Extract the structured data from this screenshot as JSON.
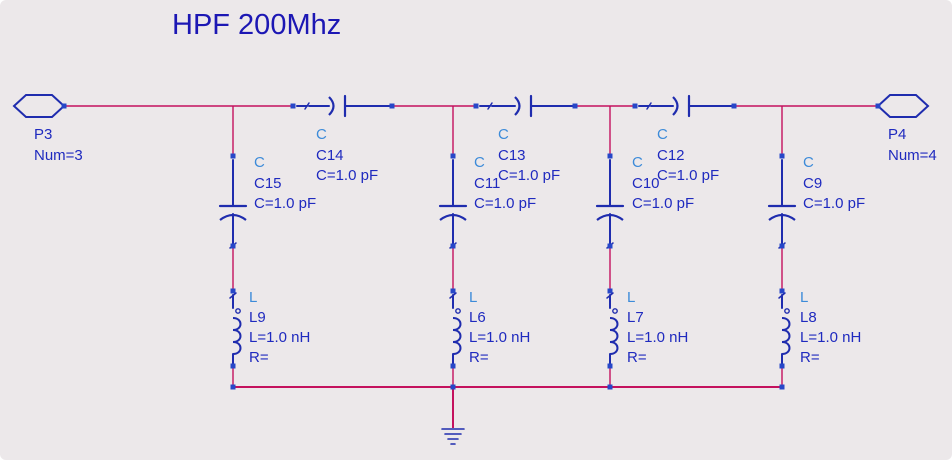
{
  "title": "HPF 200Mhz",
  "colors": {
    "background": "#ece8ea",
    "wire": "#c4115e",
    "component": "#1f2cae",
    "node": "#2747c8",
    "type_label": "#3d8bd9",
    "text": "#1f2abf",
    "title": "#1c17b4"
  },
  "ports": [
    {
      "id": "port-p3",
      "name": "P3",
      "num": "Num=3"
    },
    {
      "id": "port-p4",
      "name": "P4",
      "num": "Num=4"
    }
  ],
  "series_capacitors": [
    {
      "id": "c14",
      "type": "C",
      "name": "C14",
      "value": "C=1.0 pF"
    },
    {
      "id": "c13",
      "type": "C",
      "name": "C13",
      "value": "C=1.0 pF"
    },
    {
      "id": "c12",
      "type": "C",
      "name": "C12",
      "value": "C=1.0 pF"
    }
  ],
  "shunt_capacitors": [
    {
      "id": "c15",
      "type": "C",
      "name": "C15",
      "value": "C=1.0 pF"
    },
    {
      "id": "c11",
      "type": "C",
      "name": "C11",
      "value": "C=1.0 pF"
    },
    {
      "id": "c10",
      "type": "C",
      "name": "C10",
      "value": "C=1.0 pF"
    },
    {
      "id": "c9",
      "type": "C",
      "name": "C9",
      "value": "C=1.0 pF"
    }
  ],
  "inductors": [
    {
      "id": "l9",
      "type": "L",
      "name": "L9",
      "value": "L=1.0 nH",
      "r": "R="
    },
    {
      "id": "l6",
      "type": "L",
      "name": "L6",
      "value": "L=1.0 nH",
      "r": "R="
    },
    {
      "id": "l7",
      "type": "L",
      "name": "L7",
      "value": "L=1.0 nH",
      "r": "R="
    },
    {
      "id": "l8",
      "type": "L",
      "name": "L8",
      "value": "L=1.0 nH",
      "r": "R="
    }
  ]
}
